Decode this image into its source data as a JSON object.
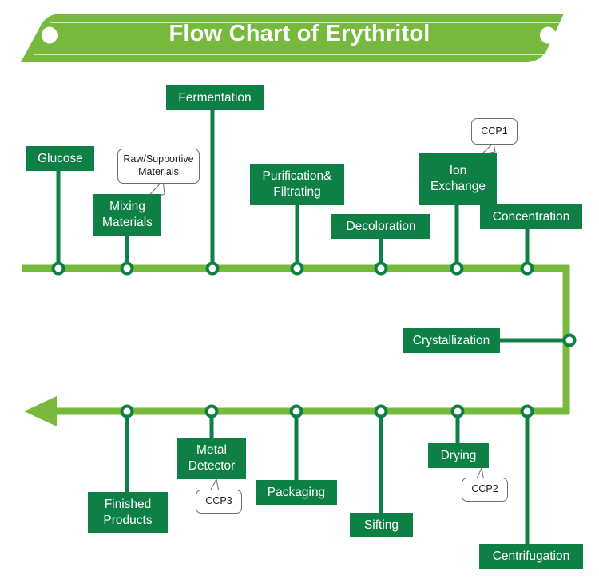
{
  "header": {
    "title": "Flow Chart of Erythritol",
    "banner_color": "#76b93c",
    "dot_color": "#ffffff",
    "left_dot": "banner-dot-left",
    "right_dot": "banner-dot-right"
  },
  "palette": {
    "box_green": "#0e8045",
    "rail_green": "#76b93c",
    "stem_green": "#0e8045",
    "node_ring": "#0e8045",
    "node_fill": "#ffffff",
    "callout_border": "#6d6d6d",
    "callout_fill": "#ffffff",
    "text_light": "#ffffff",
    "text_dark": "#1a1a1a"
  },
  "chart_data": {
    "type": "diagram",
    "title": "Flow Chart of Erythritol",
    "orientation": "serpentine left-to-right then right-to-left",
    "steps": [
      {
        "id": "glucose",
        "label": "Glucose",
        "rail": "top",
        "order": 1
      },
      {
        "id": "mixing-materials",
        "label": "Mixing\nMaterials",
        "rail": "top",
        "order": 2
      },
      {
        "id": "fermentation",
        "label": "Fermentation",
        "rail": "top",
        "order": 3
      },
      {
        "id": "purification-filtrating",
        "label": "Purification&\nFiltrating",
        "rail": "top",
        "order": 4
      },
      {
        "id": "decoloration",
        "label": "Decoloration",
        "rail": "top",
        "order": 5
      },
      {
        "id": "ion-exchange",
        "label": "Ion\nExchange",
        "rail": "top",
        "order": 6
      },
      {
        "id": "concentration",
        "label": "Concentration",
        "rail": "top",
        "order": 7
      },
      {
        "id": "crystallization",
        "label": "Crystallization",
        "rail": "middle",
        "order": 8
      },
      {
        "id": "centrifugation",
        "label": "Centrifugation",
        "rail": "bottom",
        "order": 9
      },
      {
        "id": "drying",
        "label": "Drying",
        "rail": "bottom",
        "order": 10
      },
      {
        "id": "sifting",
        "label": "Sifting",
        "rail": "bottom",
        "order": 11
      },
      {
        "id": "packaging",
        "label": "Packaging",
        "rail": "bottom",
        "order": 12
      },
      {
        "id": "metal-detector",
        "label": "Metal\nDetector",
        "rail": "bottom",
        "order": 13
      },
      {
        "id": "finished-products",
        "label": "Finished\nProducts",
        "rail": "bottom",
        "order": 14
      }
    ],
    "callouts": [
      {
        "id": "raw-supportive-materials",
        "label": "Raw/Supportive\nMaterials",
        "points_to": "mixing-materials"
      },
      {
        "id": "ccp1",
        "label": "CCP1",
        "points_to": "ion-exchange"
      },
      {
        "id": "ccp2",
        "label": "CCP2",
        "points_to": "drying"
      },
      {
        "id": "ccp3",
        "label": "CCP3",
        "points_to": "metal-detector"
      }
    ]
  },
  "boxes": {
    "glucose": {
      "label": "Glucose"
    },
    "mixing_materials": {
      "line1": "Mixing",
      "line2": "Materials"
    },
    "fermentation": {
      "label": "Fermentation"
    },
    "purification": {
      "line1": "Purification&",
      "line2": "Filtrating"
    },
    "decoloration": {
      "label": "Decoloration"
    },
    "ion_exchange": {
      "line1": "Ion",
      "line2": "Exchange"
    },
    "concentration": {
      "label": "Concentration"
    },
    "crystallization": {
      "label": "Crystallization"
    },
    "centrifugation": {
      "label": "Centrifugation"
    },
    "drying": {
      "label": "Drying"
    },
    "sifting": {
      "label": "Sifting"
    },
    "packaging": {
      "label": "Packaging"
    },
    "metal_detector": {
      "line1": "Metal",
      "line2": "Detector"
    },
    "finished_products": {
      "line1": "Finished",
      "line2": "Products"
    }
  },
  "callouts": {
    "raw_supportive": {
      "line1": "Raw/Supportive",
      "line2": "Materials"
    },
    "ccp1": {
      "label": "CCP1"
    },
    "ccp2": {
      "label": "CCP2"
    },
    "ccp3": {
      "label": "CCP3"
    }
  }
}
